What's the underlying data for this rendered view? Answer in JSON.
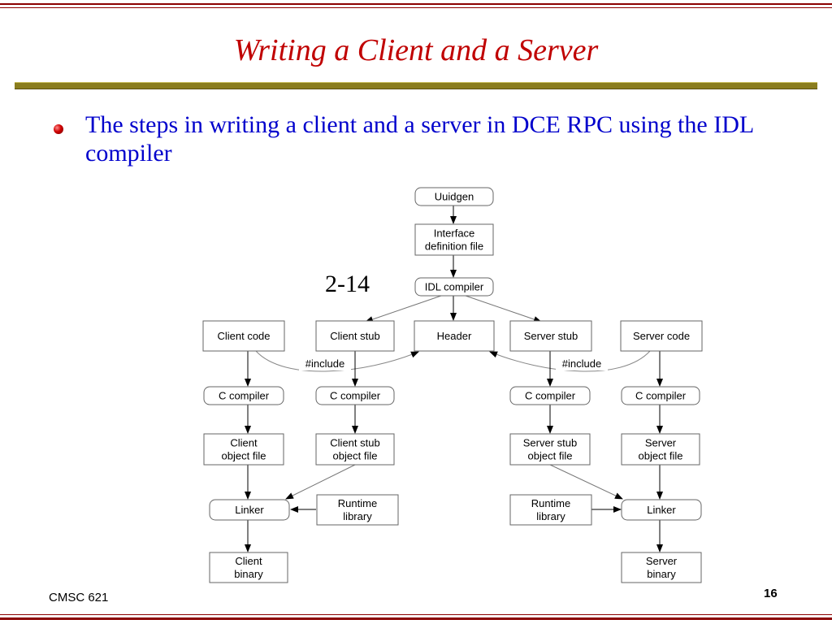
{
  "slide": {
    "title": "Writing a Client and a Server",
    "bullet": "The steps in writing a client and a server in DCE RPC using the IDL compiler",
    "figure_label": "2-14",
    "footer_left": "CMSC 621",
    "page_number": "16"
  },
  "diagram": {
    "nodes": {
      "uuidgen": [
        "Uuidgen"
      ],
      "idf": [
        "Interface",
        "definition file"
      ],
      "idl": [
        "IDL compiler"
      ],
      "client_code": [
        "Client code"
      ],
      "client_stub": [
        "Client stub"
      ],
      "header": [
        "Header"
      ],
      "server_stub": [
        "Server stub"
      ],
      "server_code": [
        "Server code"
      ],
      "cc1": [
        "C compiler"
      ],
      "cc2": [
        "C compiler"
      ],
      "cc3": [
        "C compiler"
      ],
      "cc4": [
        "C compiler"
      ],
      "client_obj": [
        "Client",
        "object file"
      ],
      "client_stub_obj": [
        "Client stub",
        "object file"
      ],
      "server_stub_obj": [
        "Server stub",
        "object file"
      ],
      "server_obj": [
        "Server",
        "object file"
      ],
      "linker_left": [
        "Linker"
      ],
      "runtime_left": [
        "Runtime",
        "library"
      ],
      "runtime_right": [
        "Runtime",
        "library"
      ],
      "linker_right": [
        "Linker"
      ],
      "client_binary": [
        "Client",
        "binary"
      ],
      "server_binary": [
        "Server",
        "binary"
      ]
    },
    "include_label_left": "#include",
    "include_label_right": "#include"
  },
  "colors": {
    "title": "#c00000",
    "bullet_text": "#0000cc",
    "frame": "#8b0000",
    "rule": "#8a7d1e"
  }
}
